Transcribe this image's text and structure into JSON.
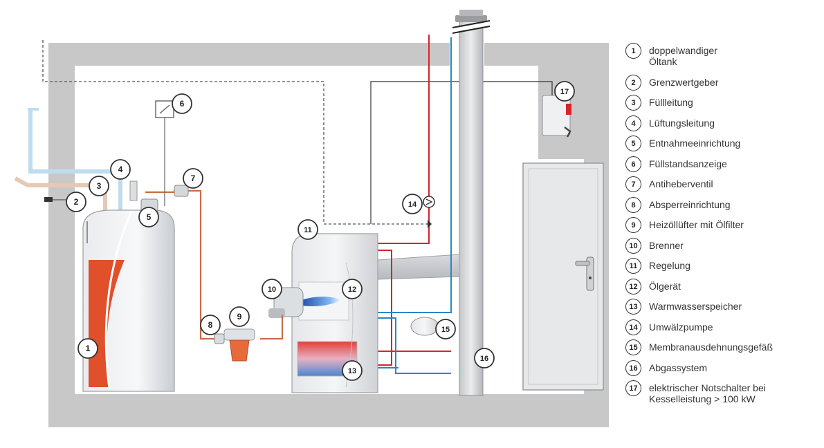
{
  "legend": [
    {
      "num": "1",
      "label": "doppelwandiger\nÖltank"
    },
    {
      "num": "2",
      "label": "Grenzwertgeber"
    },
    {
      "num": "3",
      "label": "Füllleitung"
    },
    {
      "num": "4",
      "label": "Lüftungsleitung"
    },
    {
      "num": "5",
      "label": "Entnahmeeinrichtung"
    },
    {
      "num": "6",
      "label": "Füllstandsanzeige"
    },
    {
      "num": "7",
      "label": "Antiheberventil"
    },
    {
      "num": "8",
      "label": "Absperreinrichtung"
    },
    {
      "num": "9",
      "label": "Heizöllüfter mit Ölfilter"
    },
    {
      "num": "10",
      "label": "Brenner"
    },
    {
      "num": "11",
      "label": "Regelung"
    },
    {
      "num": "12",
      "label": "Ölgerät"
    },
    {
      "num": "13",
      "label": "Warmwasserspeicher"
    },
    {
      "num": "14",
      "label": "Umwälzpumpe"
    },
    {
      "num": "15",
      "label": "Membranausdehnungsgefäß"
    },
    {
      "num": "16",
      "label": "Abgassystem"
    },
    {
      "num": "17",
      "label": "elektrischer Notschalter bei\nKesselleistung > 100 kW"
    }
  ],
  "markers": {
    "m1": "1",
    "m2": "2",
    "m3": "3",
    "m4": "4",
    "m5": "5",
    "m6": "6",
    "m7": "7",
    "m8": "8",
    "m9": "9",
    "m10": "10",
    "m11": "11",
    "m12": "12",
    "m13": "13",
    "m14": "14",
    "m15": "15",
    "m16": "16",
    "m17": "17"
  },
  "colors": {
    "wall": "#c8c8c8",
    "hot_pipe": "#d6242b",
    "cold_pipe": "#2a86c6",
    "oil_line": "#c86a46",
    "oil_fill": "#e0502a"
  }
}
